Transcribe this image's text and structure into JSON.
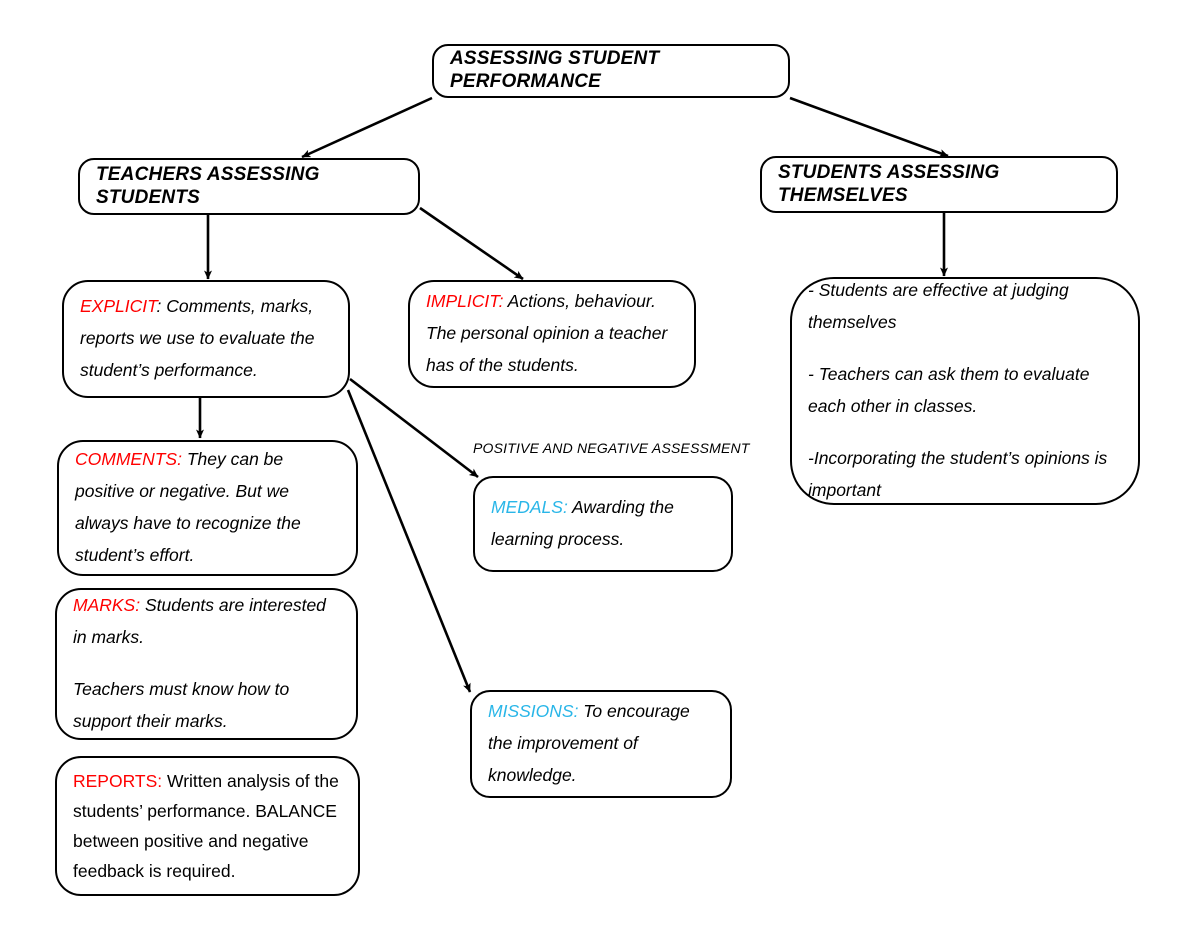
{
  "diagram": {
    "title": "ASSESSING STUDENT PERFORMANCE",
    "colors": {
      "red_key": "#ff0000",
      "cyan_key": "#29b6e8",
      "text": "#000000",
      "border": "#000000",
      "background": "#ffffff"
    },
    "root": {
      "label": "ASSESSING STUDENT PERFORMANCE"
    },
    "branch_left": {
      "label": "TEACHERS ASSESSING STUDENTS"
    },
    "branch_right": {
      "label": "STUDENTS ASSESSING THEMSELVES"
    },
    "floating_label": "POSITIVE AND NEGATIVE ASSESSMENT",
    "explicit": {
      "key": "EXPLICIT",
      "key_suffix": ":",
      "text": " Comments, marks, reports we use to evaluate the student’s performance."
    },
    "implicit": {
      "key": "IMPLICIT:",
      "text": " Actions, behaviour. The personal opinion a teacher has of the students."
    },
    "comments": {
      "key": "COMMENTS:",
      "text": " They can be positive or negative. But we always have to recognize the student’s effort."
    },
    "marks": {
      "key": "MARKS:",
      "text": " Students are interested in marks.",
      "paragraph2": "Teachers must know how to support their marks."
    },
    "reports": {
      "key": "REPORTS:",
      "text": " Written analysis of the students’ performance. BALANCE between positive and negative feedback is required."
    },
    "medals": {
      "key": "MEDALS:",
      "text": " Awarding the learning process."
    },
    "missions": {
      "key": "MISSIONS:",
      "text": " To encourage the improvement of knowledge."
    },
    "self_assessment": {
      "item1": "- Students are effective at judging themselves",
      "item2": "- Teachers can ask them to evaluate each other in classes.",
      "item3": "-Incorporating the student’s opinions is important"
    }
  }
}
